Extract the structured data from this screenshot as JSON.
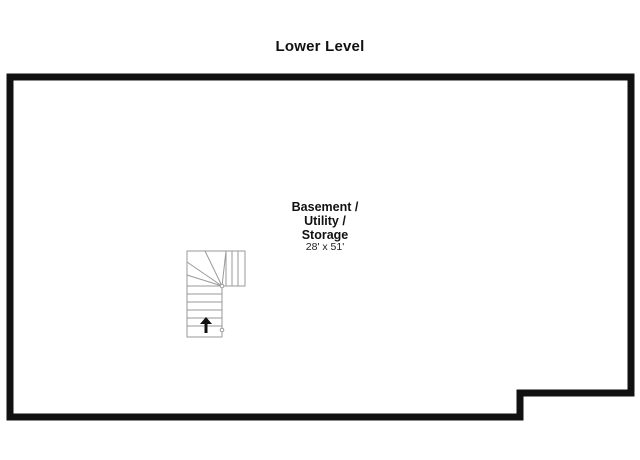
{
  "floor": {
    "title": "Lower Level"
  },
  "room": {
    "name_lines": [
      "Basement /",
      "Utility /",
      "Storage"
    ],
    "dimensions": "28' x 51'"
  },
  "stairs": {
    "direction_icon": "up-arrow-icon"
  },
  "colors": {
    "wall": "#111111",
    "stair_line": "#9a9a9a",
    "background": "#ffffff"
  }
}
